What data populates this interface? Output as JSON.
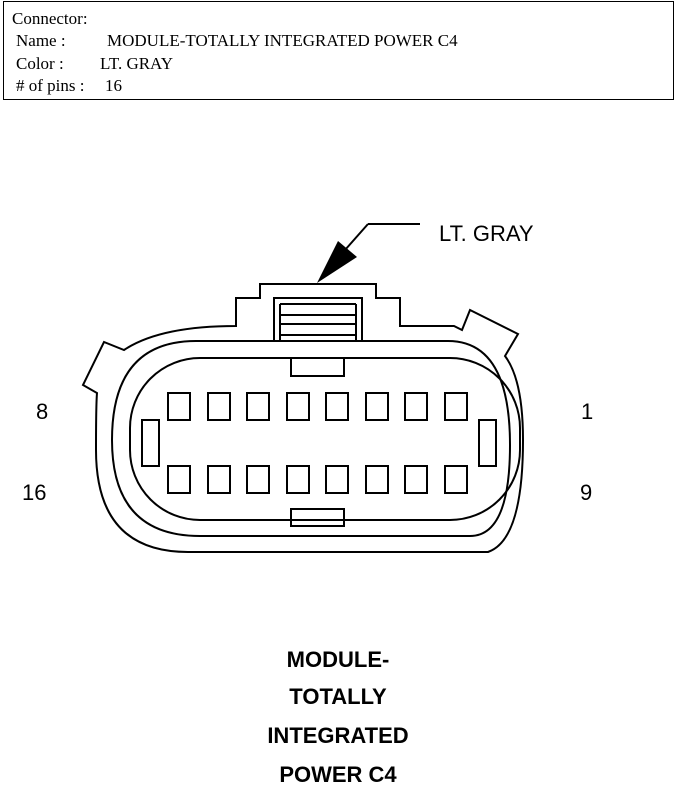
{
  "connector": {
    "heading": "Connector:",
    "name_label": "Name :",
    "name_value": "MODULE-TOTALLY INTEGRATED POWER C4",
    "color_label": "Color :",
    "color_value": "LT. GRAY",
    "pins_label": "# of pins :",
    "pins_value": "16"
  },
  "diagram": {
    "color_callout": "LT. GRAY",
    "pin_labels": {
      "top_left": "8",
      "top_right": "1",
      "bottom_left": "16",
      "bottom_right": "9"
    },
    "title_lines": [
      "MODULE-",
      "TOTALLY",
      "INTEGRATED",
      "POWER C4"
    ],
    "stroke_color": "#000000"
  }
}
